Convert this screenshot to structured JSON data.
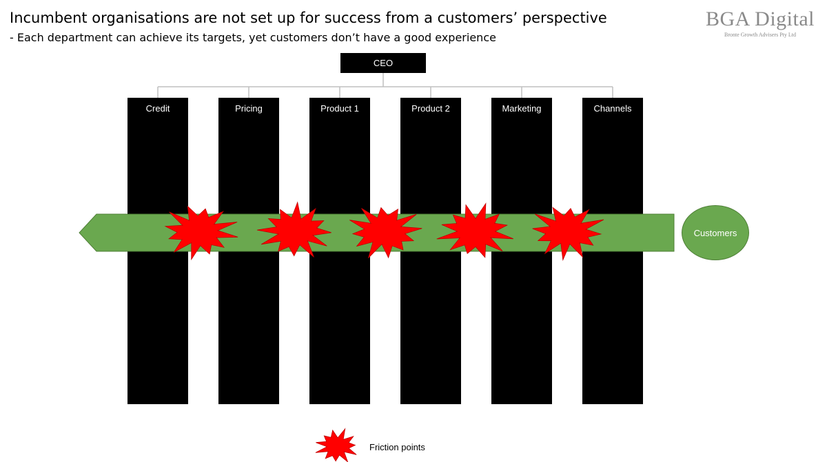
{
  "header": {
    "title": "Incumbent organisations are not set up for success from a customers’ perspective",
    "subtitle": "- Each department can achieve its targets, yet customers don’t have a good experience"
  },
  "logo": {
    "name": "BGA Digital",
    "tagline": "Bronte Growth Advisers Pty Ltd"
  },
  "org": {
    "ceo": "CEO",
    "departments": [
      {
        "label": "Credit"
      },
      {
        "label": "Pricing"
      },
      {
        "label": "Product 1"
      },
      {
        "label": "Product 2"
      },
      {
        "label": "Marketing"
      },
      {
        "label": "Channels"
      }
    ]
  },
  "flow": {
    "customers_label": "Customers",
    "friction_point_count": 5
  },
  "legend": {
    "friction_label": "Friction points"
  },
  "colors": {
    "department": "#000000",
    "arrow": "#6aa84f",
    "friction": "#ff0000",
    "connector": "#bfbfbf"
  }
}
